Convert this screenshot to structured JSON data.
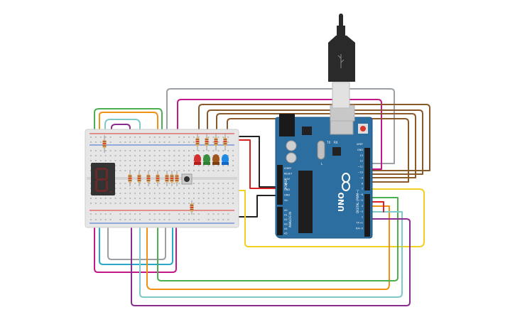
{
  "colors": {
    "background": "#ffffff",
    "breadboard": "#e6e6e6",
    "arduino": "#2d6ea1",
    "rail_red": "#d9362a",
    "rail_blue": "#3a6fd0",
    "wire_gray": "#9aa0a6",
    "wire_purple": "#8b2c8f",
    "wire_brown": "#8a5a2b",
    "wire_green": "#4caf50",
    "wire_orange": "#f29111",
    "wire_cyan": "#29a8c9",
    "wire_teal": "#7ec9c9",
    "wire_magenta": "#c2188a",
    "wire_yellow": "#f0d020",
    "wire_red": "#d92020",
    "wire_black": "#222222",
    "led_red": "#d32f2f",
    "led_green": "#388e3c",
    "led_orange": "#a0561c",
    "led_blue": "#1e88e5"
  },
  "board": {
    "brand": "UNO",
    "logo_icon": "infinity-logo-icon",
    "digital_label": "DIGITAL (PWM~)",
    "power_label": "POWER",
    "analog_label": "ANALOG IN",
    "tx_label": "TX",
    "rx_label": "RX",
    "l_label": "L",
    "digital_pins": [
      "AREF",
      "GND",
      "13",
      "12",
      "~11",
      "~10",
      "~9",
      "8",
      "7",
      "~6",
      "~5",
      "4",
      "~3",
      "2",
      "TX→1",
      "RX←0"
    ],
    "power_pins": [
      "IOREF",
      "RESET",
      "3.3V",
      "5V",
      "GND",
      "GND",
      "Vin"
    ],
    "analog_pins": [
      "A0",
      "A1",
      "A2",
      "A3",
      "A4",
      "A5"
    ]
  },
  "components": {
    "seven_segment": "seven-segment-display",
    "usb": "usb-cable-icon",
    "leds": [
      "red",
      "green",
      "orange",
      "blue"
    ]
  }
}
